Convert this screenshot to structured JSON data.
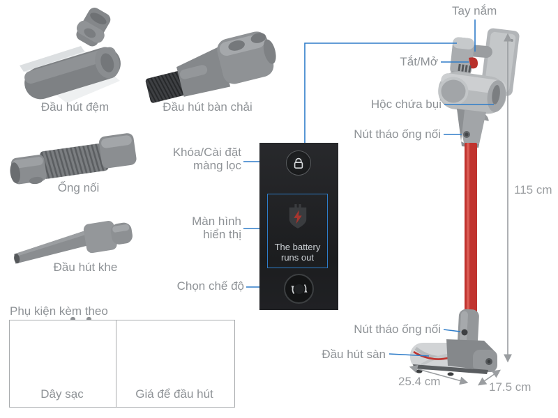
{
  "colors": {
    "accent_blue": "#2e7cc9",
    "label_gray": "#8e9296",
    "dimension_gray": "#9a9da0",
    "pipe_red": "#c0332e",
    "panel_bg": "#202124"
  },
  "attachments": {
    "turbo_brush_label": "Đầu hút đệm",
    "brush_nozzle_label": "Đầu hút bàn chải",
    "hose_label": "Ống nối",
    "crevice_label": "Đầu hút khe"
  },
  "included_box": {
    "heading": "Phụ kiện kèm theo",
    "charger_label": "Dây sạc",
    "dock_label": "Giá để đầu hút"
  },
  "control_panel": {
    "lock_callout": "Khóa/Cài đặt\nmàng lọc",
    "display_callout": "Màn hình\nhiển thị",
    "mode_callout": "Chọn chế độ",
    "display_message": "The battery\nruns out",
    "icons": {
      "lock": "lock-icon",
      "mode": "mode-rotate-icon",
      "battery": "battery-warning-icon"
    }
  },
  "vacuum": {
    "handle_callout": "Tay nắm",
    "power_callout": "Tắt/Mở",
    "dustbin_callout": "Hộc chứa bụi",
    "tube_release_top_callout": "Nút tháo ống nối",
    "tube_release_bottom_callout": "Nút tháo ống nối",
    "floor_head_callout": "Đầu hút sàn",
    "dimensions": {
      "height": "115 cm",
      "head_length": "25.4 cm",
      "head_width": "17.5 cm"
    }
  }
}
